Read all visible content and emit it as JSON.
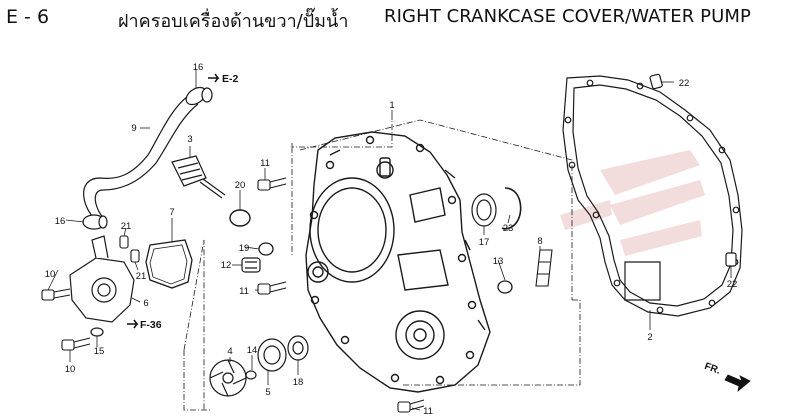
{
  "header": {
    "section_code": "E - 6",
    "title_thai": "ฝาครอบเครื่องด้านขวา/ปั๊มน้ำ",
    "title_english": "RIGHT CRANKCASE COVER/WATER PUMP"
  },
  "callouts": {
    "c1": "1",
    "c2": "2",
    "c3": "3",
    "c4": "4",
    "c5": "5",
    "c6": "6",
    "c7": "7",
    "c8": "8",
    "c9": "9",
    "c10a": "10",
    "c10b": "10",
    "c11a": "11",
    "c11b": "11",
    "c11c": "11",
    "c12": "12",
    "c13": "13",
    "c14": "14",
    "c15": "15",
    "c16a": "16",
    "c16b": "16",
    "c17": "17",
    "c18": "18",
    "c19": "19",
    "c20": "20",
    "c21a": "21",
    "c21b": "21",
    "c22a": "22",
    "c22b": "22",
    "c23": "23"
  },
  "references": {
    "e2": "E-2",
    "f36": "F-36"
  },
  "direction": {
    "front_label": "FR."
  },
  "colors": {
    "line": "#1a1a1a",
    "watermark": "#f1d6d6"
  }
}
